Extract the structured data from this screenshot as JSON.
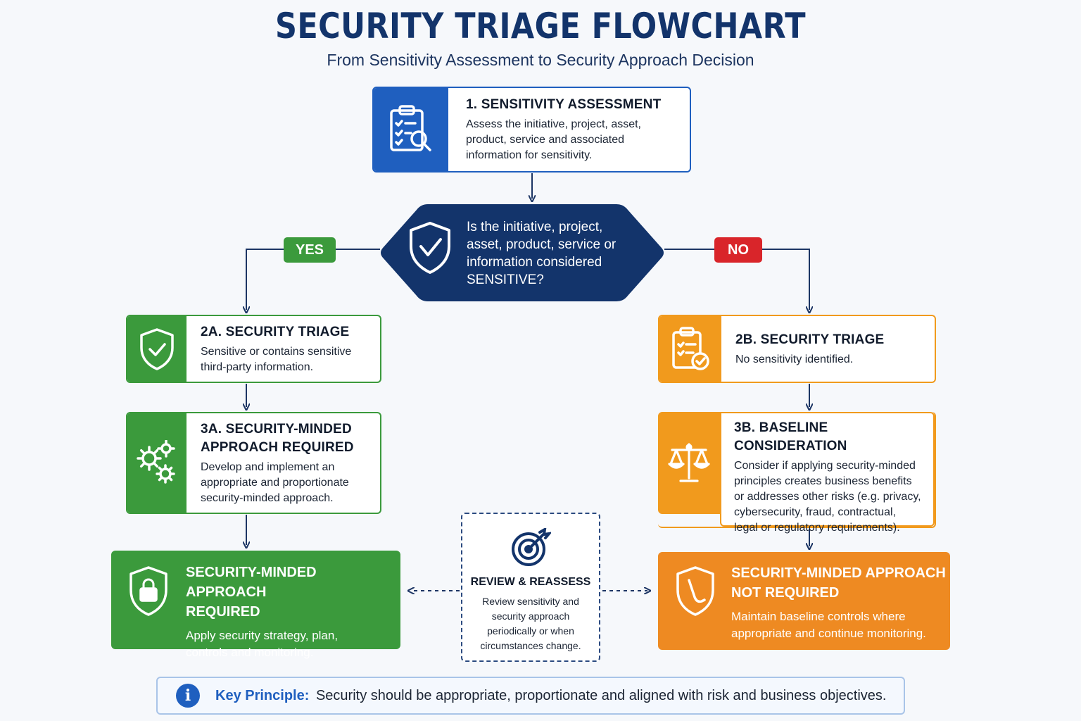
{
  "header": {
    "title": "SECURITY TRIAGE FLOWCHART",
    "subtitle": "From Sensitivity Assessment to Security Approach Decision"
  },
  "step1": {
    "icon": "clipboard-search-icon",
    "heading": "1. SENSITIVITY ASSESSMENT",
    "lines": [
      "Assess the initiative, project, asset,",
      "product, service and associated",
      "information for sensitivity."
    ]
  },
  "decision": {
    "icon": "shield-check-icon",
    "lines": [
      "Is the initiative, project,",
      "asset, product, service or",
      "information considered",
      "SENSITIVE?"
    ],
    "yes_label": "YES",
    "no_label": "NO"
  },
  "step2a": {
    "icon": "shield-check-icon",
    "heading": "2A. SECURITY TRIAGE",
    "lines": [
      "Sensitive or contains sensitive",
      "third-party information."
    ]
  },
  "step3a": {
    "icon": "gears-icon",
    "heading_lines": [
      "3A. SECURITY-MINDED",
      "APPROACH REQUIRED"
    ],
    "lines": [
      "Develop and implement an",
      "appropriate and proportionate",
      "security-minded approach."
    ]
  },
  "outcome_a": {
    "icon": "shield-lock-icon",
    "heading_lines": [
      "SECURITY-MINDED APPROACH",
      "REQUIRED"
    ],
    "lines": [
      "Apply security strategy, plan,",
      "controls and monitoring."
    ]
  },
  "step2b": {
    "icon": "clipboard-check-icon",
    "heading": "2B. SECURITY TRIAGE",
    "lines": [
      "No sensitivity identified."
    ]
  },
  "step3b": {
    "icon": "scales-icon",
    "heading": "3B. BASELINE CONSIDERATION",
    "lines": [
      "Consider if applying security-minded",
      "principles creates business benefits",
      "or addresses other risks (e.g. privacy,",
      "cybersecurity, fraud, contractual,",
      "legal or regulatory requirements)."
    ]
  },
  "outcome_b": {
    "icon": "shield-slash-icon",
    "heading_lines": [
      "SECURITY-MINDED APPROACH",
      "NOT REQUIRED"
    ],
    "lines": [
      "Maintain baseline controls where",
      "appropriate and continue monitoring."
    ]
  },
  "review": {
    "icon": "target-icon",
    "heading": "REVIEW & REASSESS",
    "lines": [
      "Review sensitivity and",
      "security approach",
      "periodically or when",
      "circumstances change."
    ]
  },
  "key_principle": {
    "icon": "info-icon",
    "icon_glyph": "i",
    "label": "Key Principle:",
    "text": "Security should be appropriate, proportionate and aligned with risk and business objectives."
  },
  "colors": {
    "navy": "#13346b",
    "blue": "#1f5fbf",
    "green": "#3b9a3c",
    "orange": "#f19a1d",
    "orange_dark": "#ee8a22",
    "red": "#d9252a"
  }
}
